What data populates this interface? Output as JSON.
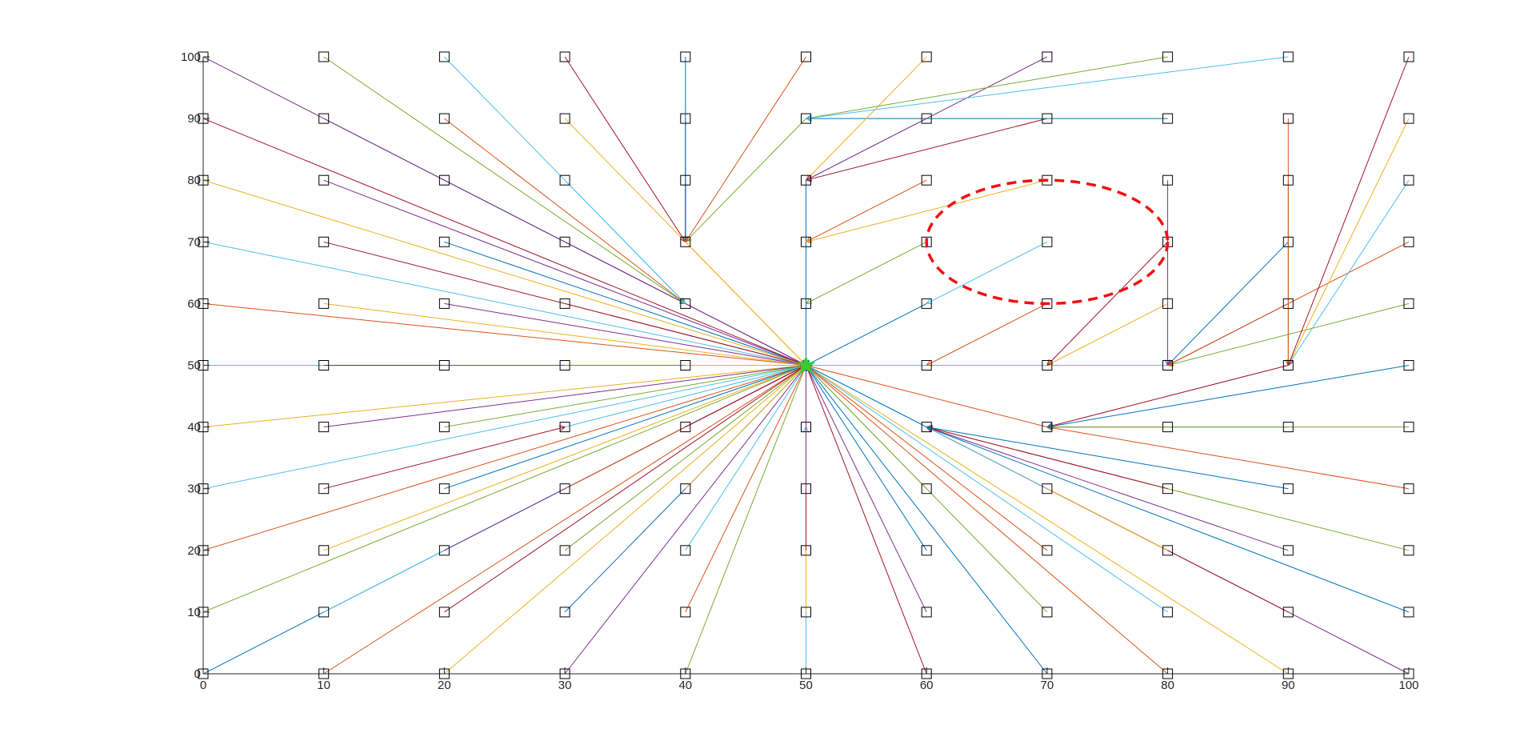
{
  "chart_data": {
    "type": "scatter",
    "title": "",
    "xlabel": "",
    "ylabel": "",
    "xlim": [
      0,
      100
    ],
    "ylim": [
      0,
      100
    ],
    "grid": false,
    "xticks": [
      0,
      10,
      20,
      30,
      40,
      50,
      60,
      70,
      80,
      90,
      100
    ],
    "yticks": [
      0,
      10,
      20,
      30,
      40,
      50,
      60,
      70,
      80,
      90,
      100
    ],
    "sink": {
      "x": 50,
      "y": 50,
      "marker": "star",
      "color": "#33cc33"
    },
    "nodes_grid": {
      "x_values": [
        0,
        10,
        20,
        30,
        40,
        50,
        60,
        70,
        80,
        90,
        100
      ],
      "y_values": [
        0,
        10,
        20,
        30,
        40,
        50,
        60,
        70,
        80,
        90,
        100
      ],
      "marker": "square"
    },
    "palette": [
      "#0072BD",
      "#D95319",
      "#EDB120",
      "#7E2F8E",
      "#77AC30",
      "#4DBEEE",
      "#A2142F"
    ],
    "links": [
      {
        "from": [
          0,
          0
        ],
        "to": [
          50,
          50
        ]
      },
      {
        "from": [
          10,
          0
        ],
        "to": [
          50,
          50
        ]
      },
      {
        "from": [
          20,
          0
        ],
        "to": [
          50,
          50
        ]
      },
      {
        "from": [
          30,
          0
        ],
        "to": [
          50,
          50
        ]
      },
      {
        "from": [
          40,
          0
        ],
        "to": [
          50,
          50
        ]
      },
      {
        "from": [
          50,
          0
        ],
        "to": [
          50,
          40
        ]
      },
      {
        "from": [
          60,
          0
        ],
        "to": [
          50,
          50
        ]
      },
      {
        "from": [
          70,
          0
        ],
        "to": [
          50,
          50
        ]
      },
      {
        "from": [
          80,
          0
        ],
        "to": [
          50,
          50
        ]
      },
      {
        "from": [
          90,
          0
        ],
        "to": [
          50,
          50
        ]
      },
      {
        "from": [
          100,
          0
        ],
        "to": [
          60,
          40
        ]
      },
      {
        "from": [
          0,
          10
        ],
        "to": [
          50,
          50
        ]
      },
      {
        "from": [
          10,
          10
        ],
        "to": [
          50,
          50
        ]
      },
      {
        "from": [
          20,
          10
        ],
        "to": [
          50,
          50
        ]
      },
      {
        "from": [
          30,
          10
        ],
        "to": [
          50,
          50
        ]
      },
      {
        "from": [
          40,
          10
        ],
        "to": [
          50,
          50
        ]
      },
      {
        "from": [
          50,
          10
        ],
        "to": [
          50,
          50
        ]
      },
      {
        "from": [
          60,
          10
        ],
        "to": [
          50,
          50
        ]
      },
      {
        "from": [
          70,
          10
        ],
        "to": [
          50,
          50
        ]
      },
      {
        "from": [
          80,
          10
        ],
        "to": [
          50,
          50
        ]
      },
      {
        "from": [
          90,
          10
        ],
        "to": [
          60,
          40
        ]
      },
      {
        "from": [
          100,
          10
        ],
        "to": [
          60,
          40
        ]
      },
      {
        "from": [
          0,
          20
        ],
        "to": [
          50,
          50
        ]
      },
      {
        "from": [
          10,
          20
        ],
        "to": [
          50,
          50
        ]
      },
      {
        "from": [
          20,
          20
        ],
        "to": [
          50,
          50
        ]
      },
      {
        "from": [
          30,
          20
        ],
        "to": [
          50,
          50
        ]
      },
      {
        "from": [
          40,
          20
        ],
        "to": [
          50,
          50
        ]
      },
      {
        "from": [
          50,
          20
        ],
        "to": [
          50,
          50
        ]
      },
      {
        "from": [
          60,
          20
        ],
        "to": [
          50,
          50
        ]
      },
      {
        "from": [
          70,
          20
        ],
        "to": [
          50,
          50
        ]
      },
      {
        "from": [
          80,
          20
        ],
        "to": [
          60,
          40
        ]
      },
      {
        "from": [
          90,
          20
        ],
        "to": [
          60,
          40
        ]
      },
      {
        "from": [
          100,
          20
        ],
        "to": [
          60,
          40
        ]
      },
      {
        "from": [
          0,
          30
        ],
        "to": [
          50,
          50
        ]
      },
      {
        "from": [
          10,
          30
        ],
        "to": [
          30,
          40
        ]
      },
      {
        "from": [
          20,
          30
        ],
        "to": [
          50,
          50
        ]
      },
      {
        "from": [
          30,
          30
        ],
        "to": [
          50,
          50
        ]
      },
      {
        "from": [
          40,
          30
        ],
        "to": [
          50,
          50
        ]
      },
      {
        "from": [
          50,
          30
        ],
        "to": [
          50,
          50
        ]
      },
      {
        "from": [
          60,
          30
        ],
        "to": [
          50,
          50
        ]
      },
      {
        "from": [
          70,
          30
        ],
        "to": [
          50,
          50
        ]
      },
      {
        "from": [
          80,
          30
        ],
        "to": [
          60,
          40
        ]
      },
      {
        "from": [
          90,
          30
        ],
        "to": [
          60,
          40
        ]
      },
      {
        "from": [
          100,
          30
        ],
        "to": [
          70,
          40
        ]
      },
      {
        "from": [
          0,
          40
        ],
        "to": [
          50,
          50
        ]
      },
      {
        "from": [
          10,
          40
        ],
        "to": [
          50,
          50
        ]
      },
      {
        "from": [
          20,
          40
        ],
        "to": [
          50,
          50
        ]
      },
      {
        "from": [
          30,
          40
        ],
        "to": [
          50,
          50
        ]
      },
      {
        "from": [
          40,
          40
        ],
        "to": [
          50,
          50
        ]
      },
      {
        "from": [
          60,
          40
        ],
        "to": [
          50,
          50
        ]
      },
      {
        "from": [
          70,
          40
        ],
        "to": [
          50,
          50
        ]
      },
      {
        "from": [
          80,
          40
        ],
        "to": [
          70,
          40
        ]
      },
      {
        "from": [
          90,
          40
        ],
        "to": [
          70,
          40
        ]
      },
      {
        "from": [
          100,
          40
        ],
        "to": [
          70,
          40
        ]
      },
      {
        "from": [
          0,
          50
        ],
        "to": [
          50,
          50
        ]
      },
      {
        "from": [
          10,
          50
        ],
        "to": [
          50,
          50
        ]
      },
      {
        "from": [
          20,
          50
        ],
        "to": [
          50,
          50
        ]
      },
      {
        "from": [
          30,
          50
        ],
        "to": [
          50,
          50
        ]
      },
      {
        "from": [
          40,
          50
        ],
        "to": [
          50,
          50
        ]
      },
      {
        "from": [
          60,
          50
        ],
        "to": [
          50,
          50
        ]
      },
      {
        "from": [
          70,
          50
        ],
        "to": [
          50,
          50
        ]
      },
      {
        "from": [
          80,
          50
        ],
        "to": [
          50,
          50
        ]
      },
      {
        "from": [
          90,
          50
        ],
        "to": [
          70,
          40
        ]
      },
      {
        "from": [
          100,
          50
        ],
        "to": [
          70,
          40
        ]
      },
      {
        "from": [
          0,
          60
        ],
        "to": [
          50,
          50
        ]
      },
      {
        "from": [
          10,
          60
        ],
        "to": [
          50,
          50
        ]
      },
      {
        "from": [
          20,
          60
        ],
        "to": [
          50,
          50
        ]
      },
      {
        "from": [
          30,
          60
        ],
        "to": [
          50,
          50
        ]
      },
      {
        "from": [
          40,
          60
        ],
        "to": [
          50,
          50
        ]
      },
      {
        "from": [
          50,
          60
        ],
        "to": [
          50,
          50
        ]
      },
      {
        "from": [
          60,
          60
        ],
        "to": [
          50,
          50
        ]
      },
      {
        "from": [
          70,
          60
        ],
        "to": [
          60,
          50
        ]
      },
      {
        "from": [
          80,
          60
        ],
        "to": [
          70,
          50
        ]
      },
      {
        "from": [
          90,
          60
        ],
        "to": [
          80,
          50
        ]
      },
      {
        "from": [
          100,
          60
        ],
        "to": [
          80,
          50
        ]
      },
      {
        "from": [
          0,
          70
        ],
        "to": [
          50,
          50
        ]
      },
      {
        "from": [
          10,
          70
        ],
        "to": [
          50,
          50
        ]
      },
      {
        "from": [
          20,
          70
        ],
        "to": [
          50,
          50
        ]
      },
      {
        "from": [
          30,
          70
        ],
        "to": [
          50,
          50
        ]
      },
      {
        "from": [
          40,
          70
        ],
        "to": [
          50,
          50
        ]
      },
      {
        "from": [
          50,
          70
        ],
        "to": [
          50,
          50
        ]
      },
      {
        "from": [
          60,
          70
        ],
        "to": [
          50,
          60
        ]
      },
      {
        "from": [
          70,
          70
        ],
        "to": [
          60,
          60
        ]
      },
      {
        "from": [
          80,
          70
        ],
        "to": [
          70,
          50
        ]
      },
      {
        "from": [
          90,
          70
        ],
        "to": [
          80,
          50
        ]
      },
      {
        "from": [
          100,
          70
        ],
        "to": [
          80,
          50
        ]
      },
      {
        "from": [
          0,
          80
        ],
        "to": [
          50,
          50
        ]
      },
      {
        "from": [
          10,
          80
        ],
        "to": [
          50,
          50
        ]
      },
      {
        "from": [
          20,
          80
        ],
        "to": [
          40,
          60
        ]
      },
      {
        "from": [
          30,
          80
        ],
        "to": [
          40,
          60
        ]
      },
      {
        "from": [
          40,
          80
        ],
        "to": [
          40,
          70
        ]
      },
      {
        "from": [
          50,
          80
        ],
        "to": [
          50,
          50
        ]
      },
      {
        "from": [
          60,
          80
        ],
        "to": [
          50,
          70
        ]
      },
      {
        "from": [
          70,
          80
        ],
        "to": [
          50,
          70
        ]
      },
      {
        "from": [
          80,
          80
        ],
        "to": [
          80,
          50
        ]
      },
      {
        "from": [
          90,
          80
        ],
        "to": [
          90,
          50
        ]
      },
      {
        "from": [
          100,
          80
        ],
        "to": [
          90,
          50
        ]
      },
      {
        "from": [
          0,
          90
        ],
        "to": [
          50,
          50
        ]
      },
      {
        "from": [
          10,
          90
        ],
        "to": [
          40,
          60
        ]
      },
      {
        "from": [
          20,
          90
        ],
        "to": [
          40,
          60
        ]
      },
      {
        "from": [
          30,
          90
        ],
        "to": [
          50,
          50
        ]
      },
      {
        "from": [
          40,
          90
        ],
        "to": [
          40,
          70
        ]
      },
      {
        "from": [
          50,
          90
        ],
        "to": [
          40,
          70
        ]
      },
      {
        "from": [
          60,
          90
        ],
        "to": [
          50,
          80
        ]
      },
      {
        "from": [
          70,
          90
        ],
        "to": [
          50,
          80
        ]
      },
      {
        "from": [
          80,
          90
        ],
        "to": [
          50,
          90
        ]
      },
      {
        "from": [
          90,
          90
        ],
        "to": [
          90,
          50
        ]
      },
      {
        "from": [
          100,
          90
        ],
        "to": [
          90,
          50
        ]
      },
      {
        "from": [
          0,
          100
        ],
        "to": [
          50,
          50
        ]
      },
      {
        "from": [
          10,
          100
        ],
        "to": [
          40,
          60
        ]
      },
      {
        "from": [
          20,
          100
        ],
        "to": [
          40,
          60
        ]
      },
      {
        "from": [
          30,
          100
        ],
        "to": [
          40,
          70
        ]
      },
      {
        "from": [
          40,
          100
        ],
        "to": [
          40,
          70
        ]
      },
      {
        "from": [
          50,
          100
        ],
        "to": [
          40,
          70
        ]
      },
      {
        "from": [
          60,
          100
        ],
        "to": [
          50,
          80
        ]
      },
      {
        "from": [
          70,
          100
        ],
        "to": [
          50,
          80
        ]
      },
      {
        "from": [
          80,
          100
        ],
        "to": [
          50,
          90
        ]
      },
      {
        "from": [
          90,
          100
        ],
        "to": [
          50,
          90
        ]
      },
      {
        "from": [
          100,
          100
        ],
        "to": [
          90,
          50
        ]
      }
    ],
    "annotations": [
      {
        "type": "dashed-ellipse",
        "color": "#ee1111",
        "center": [
          70,
          70
        ],
        "radius_x": 10,
        "radius_y": 10
      }
    ]
  }
}
